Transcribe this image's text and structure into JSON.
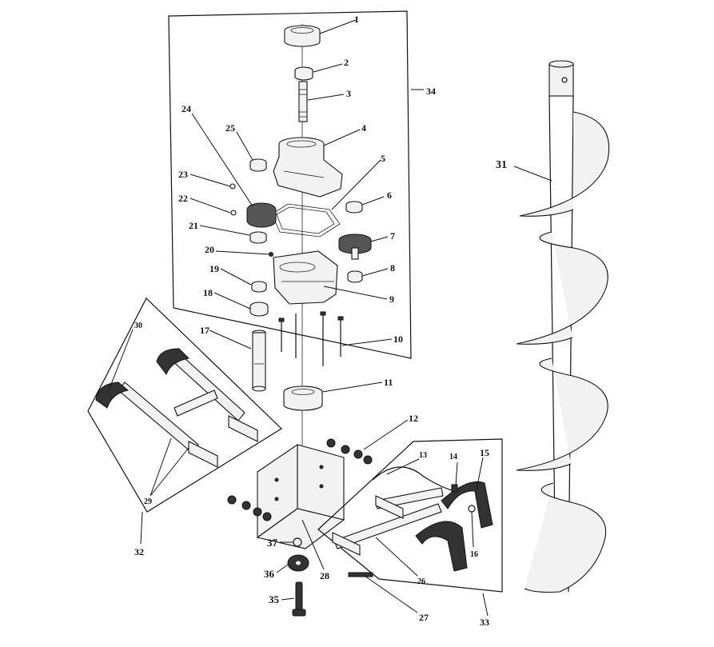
{
  "diagram": {
    "labels": {
      "l1": "1",
      "l2": "2",
      "l3": "3",
      "l4": "4",
      "l5": "5",
      "l6": "6",
      "l7": "7",
      "l8": "8",
      "l9": "9",
      "l10": "10",
      "l11": "11",
      "l12": "12",
      "l13": "13",
      "l14": "14",
      "l15": "15",
      "l16": "16",
      "l17": "17",
      "l18": "18",
      "l19": "19",
      "l20": "20",
      "l21": "21",
      "l22": "22",
      "l23": "23",
      "l24": "24",
      "l25": "25",
      "l26": "26",
      "l27": "27",
      "l28": "28",
      "l29": "29",
      "l30": "30",
      "l31": "31",
      "l32": "32",
      "l33": "33",
      "l34": "34",
      "l35": "35",
      "l36": "36",
      "l37": "37"
    },
    "colors": {
      "line": "#111111",
      "background": "#ffffff"
    }
  }
}
